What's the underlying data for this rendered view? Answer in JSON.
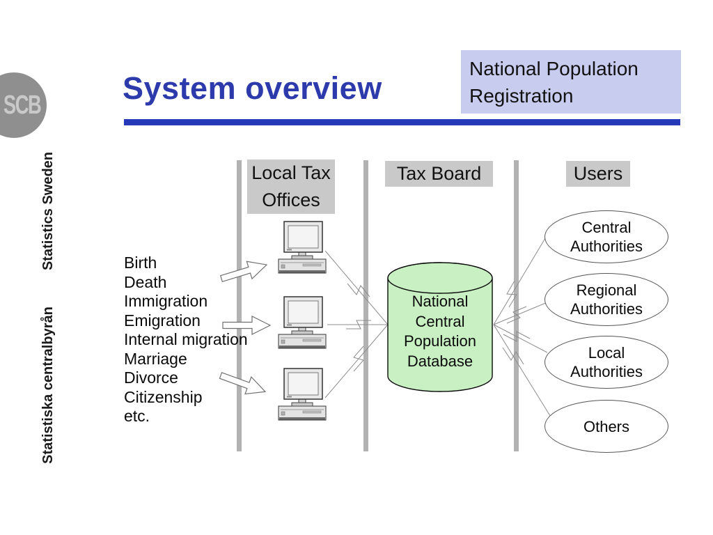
{
  "slide": {
    "title": "System overview",
    "tag_box": "National Population Registration"
  },
  "logo": {
    "text": "SCB"
  },
  "sidebar": {
    "line_en": "Statistics Sweden",
    "line_sv": "Statistiska centralbyrån"
  },
  "columns": [
    {
      "label": "Local Tax Offices"
    },
    {
      "label": "Tax Board"
    },
    {
      "label": "Users"
    }
  ],
  "events": {
    "items": [
      "Birth",
      "Death",
      "Immigration",
      "Emigration",
      "Internal migration",
      "Marriage",
      "Divorce",
      "Citizenship",
      "etc."
    ]
  },
  "database": {
    "label": "National Central Population Database"
  },
  "users": {
    "items": [
      "Central Authorities",
      "Regional Authorities",
      "Local Authorities",
      "Others"
    ]
  },
  "icons": {
    "logo": "scb-logo",
    "computer": "desktop-computer-icon",
    "arrow": "block-arrow-right-icon",
    "link": "lightning-link-icon",
    "database": "database-cylinder-icon"
  },
  "colors": {
    "title_blue": "#2d3aac",
    "rule_blue": "#2639b8",
    "tag_lavender": "#c8cdf0",
    "lane_gray": "#b2b2b2",
    "header_gray": "#c9c9c9",
    "database_green": "#c8f0c2"
  }
}
